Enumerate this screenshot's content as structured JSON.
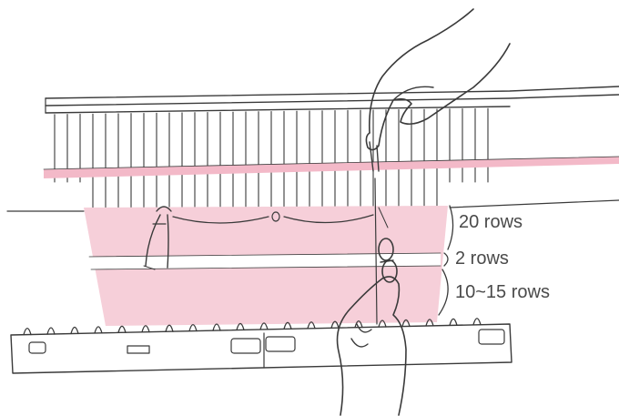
{
  "diagram": {
    "labels": {
      "rows_20": "20 rows",
      "rows_2": "2 rows",
      "rows_10_15": "10~15 rows"
    },
    "colors": {
      "fabric_pink": "#f6cfd9",
      "rail_pink": "#f3b9c8",
      "ink": "#3a3a3a",
      "stripe_white": "#ffffff"
    },
    "icons": [
      "claw-weight-icon",
      "pointing-hand-icon",
      "hand-with-weight-icon",
      "comb-bar-icon"
    ]
  }
}
